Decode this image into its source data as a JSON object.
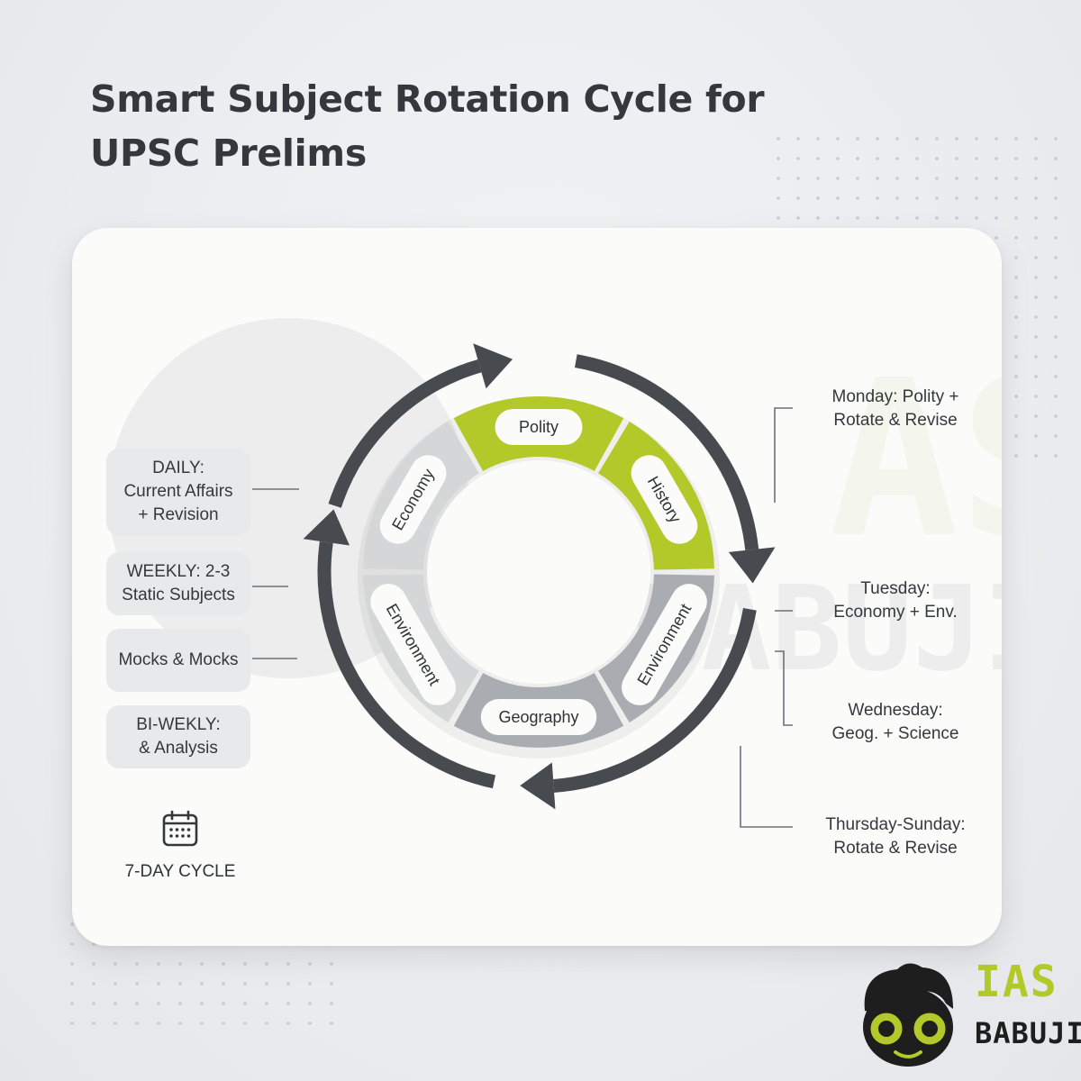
{
  "title": {
    "line1": "Smart Subject Rotation Cycle for",
    "line2": "UPSC Prelims"
  },
  "colors": {
    "accent": "#b3c929",
    "segment_gray": "#a9adb2",
    "segment_light": "#d4d6d8",
    "arrow": "#474b50",
    "card": "#fbfbfa"
  },
  "segments": [
    {
      "label": "Polity",
      "color": "#b3c929"
    },
    {
      "label": "History",
      "color": "#b3c929"
    },
    {
      "label": "Environment",
      "color": "#a9adb2"
    },
    {
      "label": "Geography",
      "color": "#a9adb2"
    },
    {
      "label": "Environment",
      "color": "#d4d6d8"
    },
    {
      "label": "Economy",
      "color": "#d4d6d8"
    }
  ],
  "left_panel": {
    "daily": [
      "DAILY:",
      "Current Affairs",
      "+ Revision"
    ],
    "weekly": [
      "WEEKLY: 2-3",
      "Static Subjects"
    ],
    "mocks": [
      "Mocks & Mocks"
    ],
    "biweekly": [
      "BI-WEKLY:",
      "& Analysis"
    ]
  },
  "cycle_label": "7-DAY CYCLE",
  "cycle_icon": "calendar-icon",
  "schedule": {
    "monday": [
      "Monday: Polity +",
      "Rotate & Revise"
    ],
    "tuesday": [
      "Tuesday:",
      "Economy + Env."
    ],
    "wednesday": [
      "Wednesday:",
      "Geog. + Science"
    ],
    "thursday_sunday": [
      "Thursday-Sunday:",
      "Rotate & Revise"
    ]
  },
  "logo": {
    "line1": "IAS",
    "line2": "BABUJI",
    "mascot_icon": "mascot-face-icon"
  }
}
